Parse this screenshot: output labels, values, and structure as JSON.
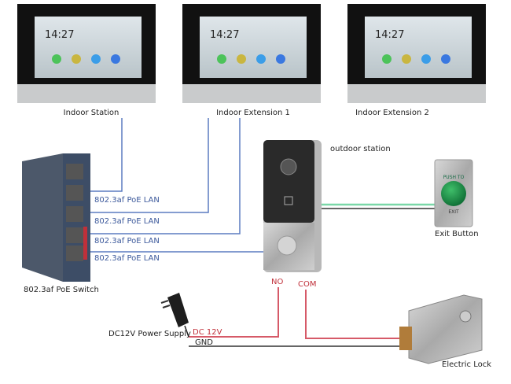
{
  "monitors": [
    {
      "label": "Indoor Station",
      "time": "14:27"
    },
    {
      "label": "Indoor Extension 1",
      "time": "14:27"
    },
    {
      "label": "Indoor Extension 2",
      "time": "14:27"
    }
  ],
  "switch": {
    "label": "802.3af PoE Switch"
  },
  "lan_labels": [
    "802.3af PoE LAN",
    "802.3af PoE LAN",
    "802.3af PoE LAN",
    "802.3af PoE LAN"
  ],
  "outdoor": {
    "label": "outdoor station",
    "no": "NO",
    "com": "COM"
  },
  "exit_button": {
    "label": "Exit Button",
    "top_text": "PUSH TO",
    "bottom_text": "EXIT"
  },
  "power": {
    "label": "DC12V Power Supply",
    "dc": "DC 12V",
    "gnd": "GND"
  },
  "lock": {
    "label": "Electric Lock"
  },
  "colors": {
    "lan": "#5b7bc0",
    "power": "#d65a68",
    "exit": "#7ad8a8"
  }
}
